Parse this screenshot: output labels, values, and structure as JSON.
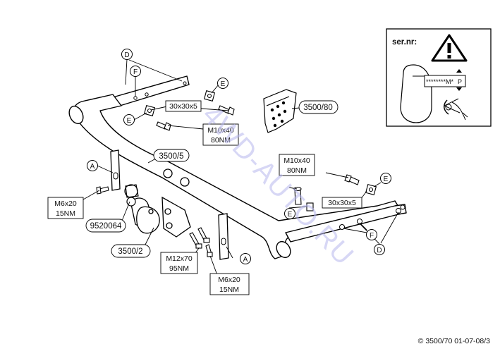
{
  "serial_panel": {
    "title": "ser.nr:",
    "plate_text": "********M*",
    "plate_letter": "P",
    "warning_icon": "warning-triangle-icon",
    "eye_icon": "eye-icon"
  },
  "circle_labels": {
    "d_top": "D",
    "f_left": "F",
    "e_top": "E",
    "e_left": "E",
    "a_left": "A",
    "e_right_top": "E",
    "e_right_bottom": "E",
    "f_right": "F",
    "d_right": "D",
    "a_bottom": "A"
  },
  "boxes": {
    "spacer_top": "30x30x5",
    "bolt_top_size": "M10x40",
    "bolt_top_torque": "80NM",
    "bolt_right_size": "M10x40",
    "bolt_right_torque": "80NM",
    "spacer_right": "30x30x5",
    "bolt_left_size": "M6x20",
    "bolt_left_torque": "15NM",
    "ball_bolt_size": "M12x70",
    "ball_bolt_torque": "95NM",
    "bolt_bottom_size": "M6x20",
    "bolt_bottom_torque": "15NM"
  },
  "callouts": {
    "bracket_part": "3500/80",
    "crossbar_part": "3500/5",
    "socket_part": "9520064",
    "ball_part": "3500/2"
  },
  "watermark": "4WD-AUTO.RU",
  "footer": "© 3500/70 01-07-08/3"
}
